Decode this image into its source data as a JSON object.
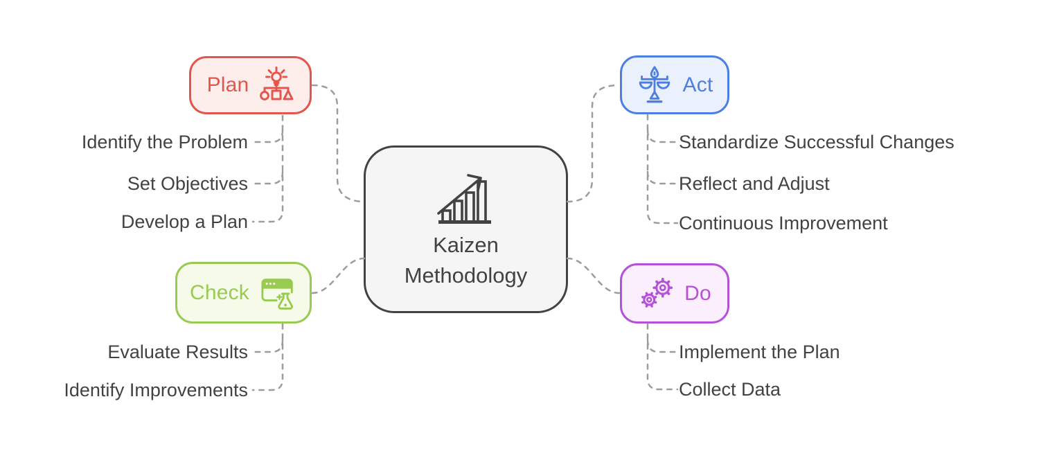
{
  "diagram": {
    "type": "mindmap",
    "connector_color": "#9c9c9c",
    "text_color": "#424242"
  },
  "center": {
    "icon": "growth-bar-chart-icon",
    "title_lines": {
      "0": "Kaizen",
      "1": "Methodology"
    },
    "border_color": "#424242",
    "bg_color": "#f5f5f5"
  },
  "branches": {
    "0": {
      "id": "plan",
      "label": "Plan",
      "icon": "idea-hierarchy-icon",
      "color": "#e2564d",
      "bg": "#fdeeec",
      "children": {
        "0": "Identify the Problem",
        "1": "Set Objectives",
        "2": "Develop a Plan"
      }
    },
    "1": {
      "id": "act",
      "label": "Act",
      "icon": "balance-scales-icon",
      "color": "#4d7fe3",
      "bg": "#eaf1fc",
      "children": {
        "0": "Standardize Successful Changes",
        "1": "Reflect and Adjust",
        "2": "Continuous Improvement"
      }
    },
    "2": {
      "id": "check",
      "label": "Check",
      "icon": "browser-experiment-icon",
      "color": "#99ca51",
      "bg": "#f5fae9",
      "children": {
        "0": "Evaluate Results",
        "1": "Identify Improvements"
      }
    },
    "3": {
      "id": "do",
      "label": "Do",
      "icon": "gears-icon",
      "color": "#b551d9",
      "bg": "#fbeefd",
      "children": {
        "0": "Implement the Plan",
        "1": "Collect Data"
      }
    }
  }
}
